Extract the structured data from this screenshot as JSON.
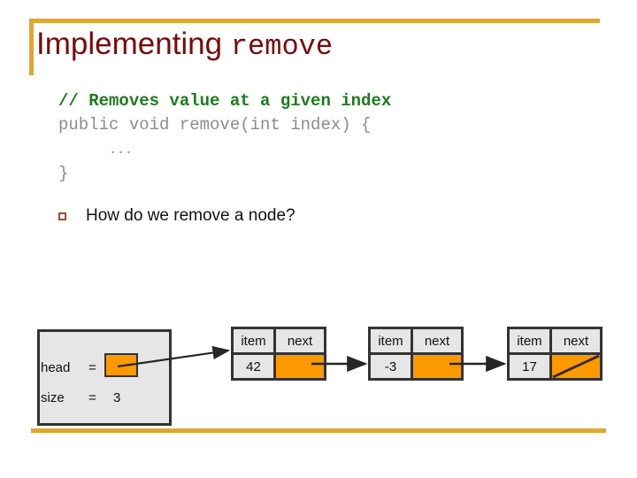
{
  "slide": {
    "title_main": "Implementing ",
    "title_mono": "remove",
    "accent_color": "#E0A62E",
    "title_color": "#7A0B0B"
  },
  "code": {
    "comment": "// Removes value at a given index",
    "signature": "public void remove(int index) {",
    "body": "...",
    "close": "}",
    "comment_color": "#1E7B1E",
    "source_color": "#8C8C8C"
  },
  "bullet": {
    "marker": "square-bullet",
    "text": "How do we remove a node?",
    "marker_color": "#B5451B"
  },
  "diagram": {
    "head_box": {
      "head_label": "head",
      "equals_1": "=",
      "size_label": "size",
      "equals_2": "=",
      "size_value": "3",
      "pointer": "orange-pointer-cell",
      "fill": "#E6E6E6",
      "border": "#333333"
    },
    "node_header": {
      "item": "item",
      "next": "next"
    },
    "nodes": [
      {
        "item": "42",
        "next": "pointer",
        "null_next": false
      },
      {
        "item": "-3",
        "next": "pointer",
        "null_next": false
      },
      {
        "item": "17",
        "next": "null",
        "null_next": true
      }
    ],
    "pointer_color": "#FF9900",
    "arrow_color": "#262626"
  }
}
